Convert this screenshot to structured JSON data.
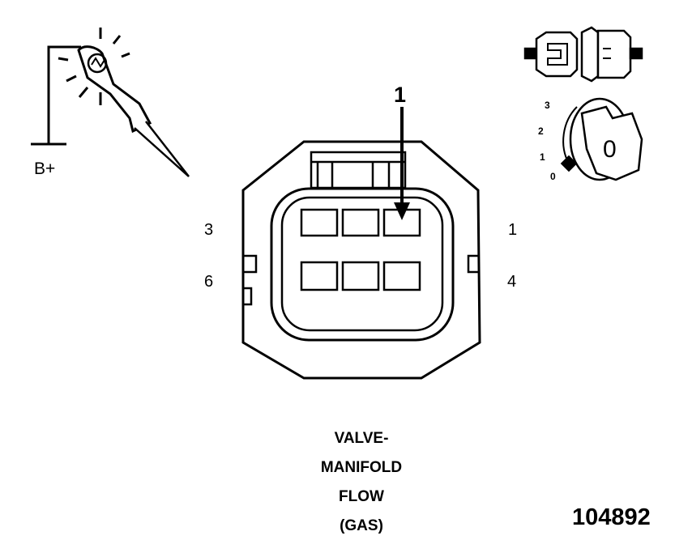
{
  "diagram": {
    "test_light_label": "B+",
    "callout": "1",
    "pins": {
      "p3": "3",
      "p1": "1",
      "p6": "6",
      "p4": "4"
    },
    "caption": [
      "VALVE-",
      "MANIFOLD",
      "FLOW",
      "(GAS)"
    ],
    "figure_number": "104892",
    "ignition_positions": [
      "3",
      "2",
      "1",
      "0"
    ],
    "key_glyph": "0",
    "icons": [
      "test-light-icon",
      "connector-icon",
      "ignition-key-icon"
    ]
  }
}
